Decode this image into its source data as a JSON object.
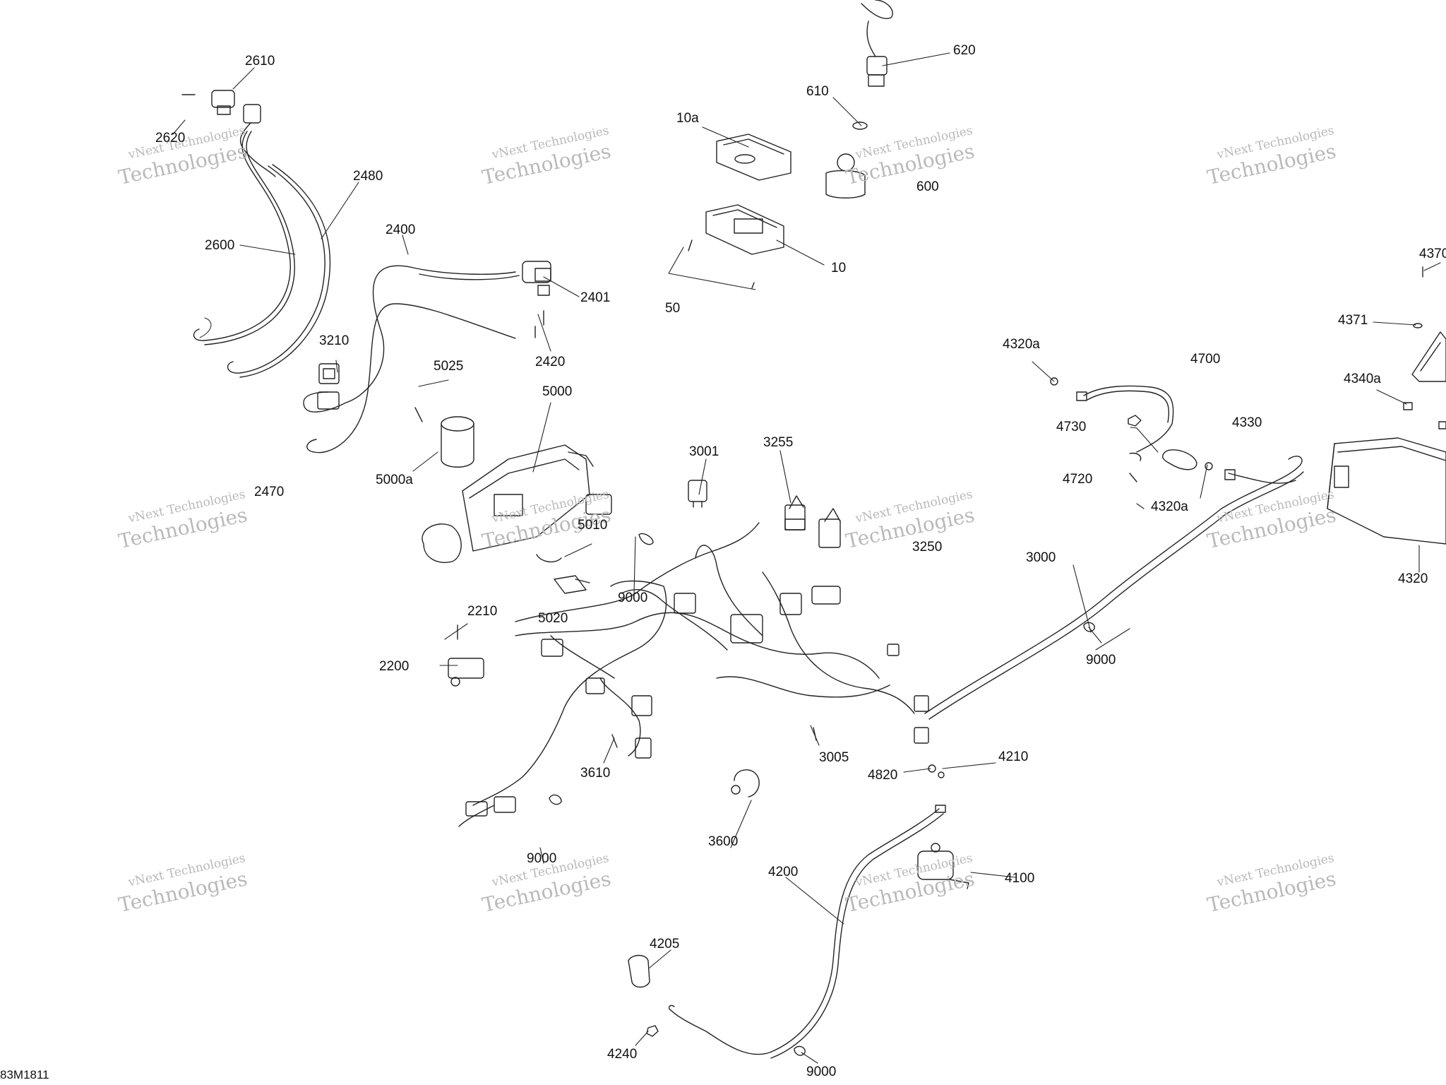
{
  "watermark": {
    "line1": "vNext Technologies",
    "line2": "Technologies"
  },
  "diagram_code": "83M1811",
  "callouts": [
    {
      "id": "2610",
      "text": "2610"
    },
    {
      "id": "2620",
      "text": "2620"
    },
    {
      "id": "2480",
      "text": "2480"
    },
    {
      "id": "2600",
      "text": "2600"
    },
    {
      "id": "2400",
      "text": "2400"
    },
    {
      "id": "2401",
      "text": "2401"
    },
    {
      "id": "2420",
      "text": "2420"
    },
    {
      "id": "3210",
      "text": "3210"
    },
    {
      "id": "5025",
      "text": "5025"
    },
    {
      "id": "5000",
      "text": "5000"
    },
    {
      "id": "5000a",
      "text": "5000a"
    },
    {
      "id": "2470",
      "text": "2470"
    },
    {
      "id": "620",
      "text": "620"
    },
    {
      "id": "610",
      "text": "610"
    },
    {
      "id": "10a",
      "text": "10a"
    },
    {
      "id": "600",
      "text": "600"
    },
    {
      "id": "10",
      "text": "10"
    },
    {
      "id": "50",
      "text": "50"
    },
    {
      "id": "3001",
      "text": "3001"
    },
    {
      "id": "3255",
      "text": "3255"
    },
    {
      "id": "3250",
      "text": "3250"
    },
    {
      "id": "5010",
      "text": "5010"
    },
    {
      "id": "9000a",
      "text": "9000"
    },
    {
      "id": "5020",
      "text": "5020"
    },
    {
      "id": "2210",
      "text": "2210"
    },
    {
      "id": "2200",
      "text": "2200"
    },
    {
      "id": "3610",
      "text": "3610"
    },
    {
      "id": "3005",
      "text": "3005"
    },
    {
      "id": "9000b",
      "text": "9000"
    },
    {
      "id": "3600",
      "text": "3600"
    },
    {
      "id": "4320a_top",
      "text": "4320a"
    },
    {
      "id": "4700",
      "text": "4700"
    },
    {
      "id": "4730",
      "text": "4730"
    },
    {
      "id": "4330",
      "text": "4330"
    },
    {
      "id": "4720",
      "text": "4720"
    },
    {
      "id": "4320a_bot",
      "text": "4320a"
    },
    {
      "id": "3000",
      "text": "3000"
    },
    {
      "id": "9000c",
      "text": "9000"
    },
    {
      "id": "4370",
      "text": "4370"
    },
    {
      "id": "4371",
      "text": "4371"
    },
    {
      "id": "4340a",
      "text": "4340a"
    },
    {
      "id": "4320",
      "text": "4320"
    },
    {
      "id": "4820",
      "text": "4820"
    },
    {
      "id": "4210",
      "text": "4210"
    },
    {
      "id": "4100",
      "text": "4100"
    },
    {
      "id": "4200",
      "text": "4200"
    },
    {
      "id": "4205",
      "text": "4205"
    },
    {
      "id": "4240",
      "text": "4240"
    },
    {
      "id": "9000d",
      "text": "9000"
    }
  ]
}
